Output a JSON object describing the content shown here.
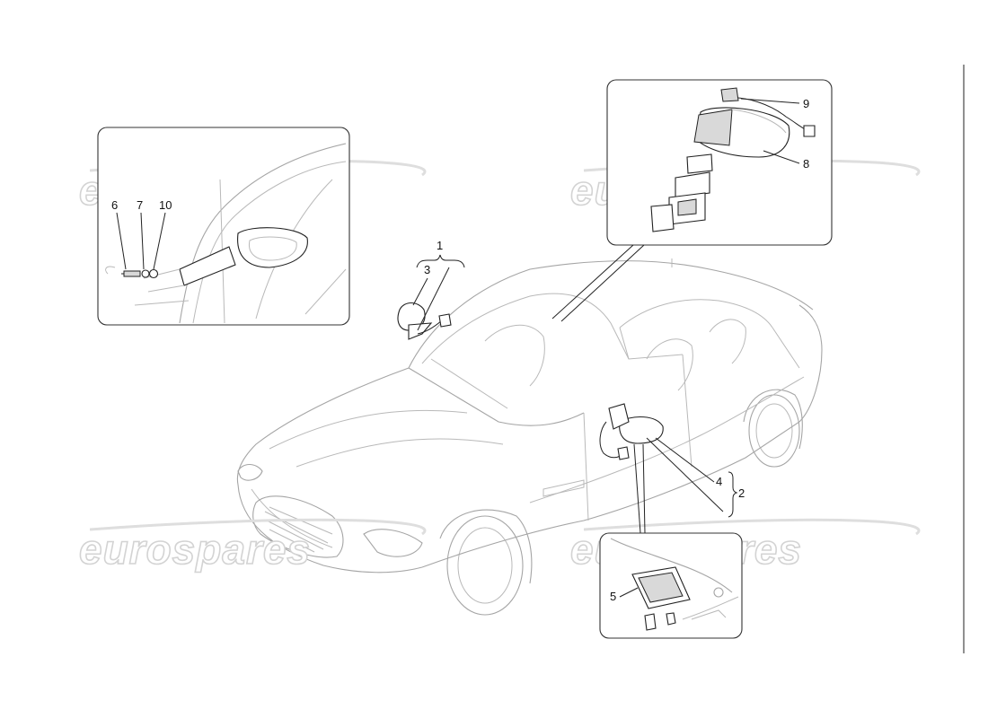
{
  "watermark": {
    "text": "eurospares",
    "color": "#d3d3d3"
  },
  "callouts": {
    "n1": "1",
    "n2": "2",
    "n3": "3",
    "n4": "4",
    "n5": "5",
    "n6": "6",
    "n7": "7",
    "n8": "8",
    "n9": "9",
    "n10": "10"
  },
  "colors": {
    "line_art": "#b9b9b9",
    "parts": "#222222",
    "frame": "#333333"
  }
}
